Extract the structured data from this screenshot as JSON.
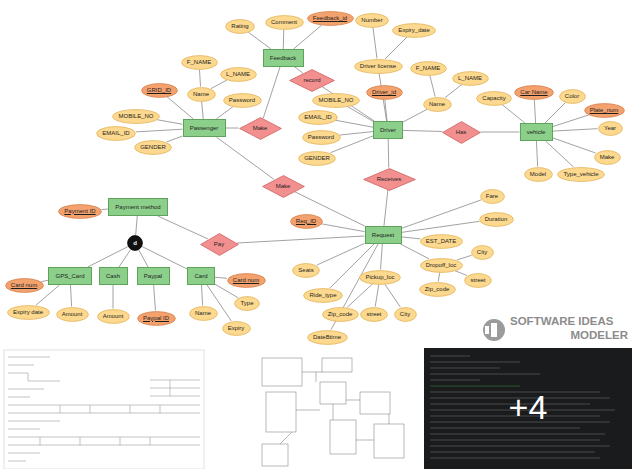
{
  "diagram": {
    "nodes": [
      {
        "text": [
          "Feedback"
        ]
      },
      {
        "text": [
          "Rating"
        ]
      },
      {
        "text": [
          "Comment"
        ]
      },
      {
        "text": [
          "Feedback_id"
        ]
      },
      {
        "text": [
          "Passenger"
        ]
      },
      {
        "text": [
          "GRID_ID"
        ]
      },
      {
        "text": [
          "F_NAME"
        ]
      },
      {
        "text": [
          "L_NAME"
        ]
      },
      {
        "text": [
          "Name"
        ]
      },
      {
        "text": [
          "Password"
        ]
      },
      {
        "text": [
          "MOBILE_NO"
        ]
      },
      {
        "text": [
          "EMAIL_ID"
        ]
      },
      {
        "text": [
          "GENDER"
        ]
      },
      {
        "text": [
          "Make"
        ]
      },
      {
        "text": [
          "record"
        ]
      },
      {
        "text": [
          "Driver"
        ]
      },
      {
        "text": [
          "Number"
        ]
      },
      {
        "text": [
          "Expiry_date"
        ]
      },
      {
        "text": [
          "Driver license"
        ]
      },
      {
        "text": [
          "F_NAME"
        ]
      },
      {
        "text": [
          "L_NAME"
        ]
      },
      {
        "text": [
          "Name"
        ]
      },
      {
        "text": [
          "MOBILE_NO"
        ]
      },
      {
        "text": [
          "Driver_id"
        ]
      },
      {
        "text": [
          "EMAIL_ID"
        ]
      },
      {
        "text": [
          "Password"
        ]
      },
      {
        "text": [
          "GENDER"
        ]
      },
      {
        "text": [
          "Has"
        ]
      },
      {
        "text": [
          "vehicle"
        ]
      },
      {
        "text": [
          "Capacity"
        ]
      },
      {
        "text": [
          "Car Name"
        ]
      },
      {
        "text": [
          "Color"
        ]
      },
      {
        "text": [
          "Plate_num"
        ]
      },
      {
        "text": [
          "Year"
        ]
      },
      {
        "text": [
          "Make"
        ]
      },
      {
        "text": [
          "Type_vehicle"
        ]
      },
      {
        "text": [
          "Model"
        ]
      },
      {
        "text": [
          "Make"
        ]
      },
      {
        "text": [
          "Receives"
        ]
      },
      {
        "text": [
          "Payment method"
        ]
      },
      {
        "text": [
          "Payment ID"
        ]
      },
      {
        "text": [
          "Pay"
        ]
      },
      {
        "text": [
          "Request"
        ]
      },
      {
        "text": [
          "Req_ID"
        ]
      },
      {
        "text": [
          "Fare"
        ]
      },
      {
        "text": [
          "Duration"
        ]
      },
      {
        "text": [
          "EST_DATE"
        ]
      },
      {
        "text": [
          "City"
        ]
      },
      {
        "text": [
          "Dropoff_loc"
        ]
      },
      {
        "text": [
          "street"
        ]
      },
      {
        "text": [
          "Zip_code"
        ]
      },
      {
        "text": [
          "Seats"
        ]
      },
      {
        "text": [
          "Ride_type"
        ]
      },
      {
        "text": [
          "Pickup_loc"
        ]
      },
      {
        "text": [
          "Zip_code"
        ]
      },
      {
        "text": [
          "street"
        ]
      },
      {
        "text": [
          "City"
        ]
      },
      {
        "text": [
          "DateBtime"
        ]
      },
      {
        "text": [
          "d"
        ]
      },
      {
        "text": [
          "GPS_Card"
        ]
      },
      {
        "text": [
          "Card num"
        ]
      },
      {
        "text": [
          "Expiry date"
        ]
      },
      {
        "text": [
          "Amount"
        ]
      },
      {
        "text": [
          "Cash"
        ]
      },
      {
        "text": [
          "Amount"
        ]
      },
      {
        "text": [
          "Paypal"
        ]
      },
      {
        "text": [
          "Paypal ID"
        ]
      },
      {
        "text": [
          "Card"
        ]
      },
      {
        "text": [
          "Card num"
        ]
      },
      {
        "text": [
          "Name"
        ]
      },
      {
        "text": [
          "Type"
        ]
      },
      {
        "text": [
          "Expiry"
        ]
      }
    ],
    "edges": [
      {
        "from": 1,
        "to": 0,
        "arrow": "none"
      },
      {
        "from": 2,
        "to": 0,
        "arrow": "none"
      },
      {
        "from": 3,
        "to": 0,
        "arrow": "none"
      },
      {
        "from": 5,
        "to": 4,
        "arrow": "none"
      },
      {
        "from": 6,
        "to": 8,
        "arrow": "none"
      },
      {
        "from": 7,
        "to": 8,
        "arrow": "none"
      },
      {
        "from": 8,
        "to": 4,
        "arrow": "none"
      },
      {
        "from": 9,
        "to": 4,
        "arrow": "none"
      },
      {
        "from": 10,
        "to": 4,
        "arrow": "none"
      },
      {
        "from": 11,
        "to": 4,
        "arrow": "none"
      },
      {
        "from": 12,
        "to": 4,
        "arrow": "none"
      },
      {
        "from": 4,
        "to": 13,
        "arrow": "none"
      },
      {
        "from": 13,
        "to": 0,
        "arrow": "none"
      },
      {
        "from": 0,
        "to": 14,
        "arrow": "none"
      },
      {
        "from": 14,
        "to": 15,
        "arrow": "none"
      },
      {
        "from": 16,
        "to": 18,
        "arrow": "none"
      },
      {
        "from": 17,
        "to": 18,
        "arrow": "none"
      },
      {
        "from": 18,
        "to": 15,
        "arrow": "none"
      },
      {
        "from": 19,
        "to": 21,
        "arrow": "none"
      },
      {
        "from": 20,
        "to": 21,
        "arrow": "none"
      },
      {
        "from": 21,
        "to": 15,
        "arrow": "none"
      },
      {
        "from": 22,
        "to": 15,
        "arrow": "none"
      },
      {
        "from": 23,
        "to": 15,
        "arrow": "none"
      },
      {
        "from": 24,
        "to": 15,
        "arrow": "none"
      },
      {
        "from": 25,
        "to": 15,
        "arrow": "none"
      },
      {
        "from": 26,
        "to": 15,
        "arrow": "none"
      },
      {
        "from": 15,
        "to": 27,
        "arrow": "none"
      },
      {
        "from": 27,
        "to": 28,
        "arrow": "none"
      },
      {
        "from": 29,
        "to": 28,
        "arrow": "none"
      },
      {
        "from": 30,
        "to": 28,
        "arrow": "none"
      },
      {
        "from": 31,
        "to": 28,
        "arrow": "none"
      },
      {
        "from": 32,
        "to": 28,
        "arrow": "none"
      },
      {
        "from": 33,
        "to": 28,
        "arrow": "none"
      },
      {
        "from": 34,
        "to": 28,
        "arrow": "none"
      },
      {
        "from": 35,
        "to": 28,
        "arrow": "none"
      },
      {
        "from": 36,
        "to": 28,
        "arrow": "none"
      },
      {
        "from": 4,
        "to": 37,
        "arrow": "none"
      },
      {
        "from": 37,
        "to": 42,
        "arrow": "none"
      },
      {
        "from": 15,
        "to": 38,
        "arrow": "none"
      },
      {
        "from": 38,
        "to": 42,
        "arrow": "none"
      },
      {
        "from": 40,
        "to": 39,
        "arrow": "none"
      },
      {
        "from": 39,
        "to": 41,
        "arrow": "none"
      },
      {
        "from": 41,
        "to": 42,
        "arrow": "none"
      },
      {
        "from": 43,
        "to": 42,
        "arrow": "none"
      },
      {
        "from": 44,
        "to": 42,
        "arrow": "none"
      },
      {
        "from": 45,
        "to": 42,
        "arrow": "none"
      },
      {
        "from": 46,
        "to": 42,
        "arrow": "none"
      },
      {
        "from": 47,
        "to": 48,
        "arrow": "none"
      },
      {
        "from": 49,
        "to": 48,
        "arrow": "none"
      },
      {
        "from": 50,
        "to": 48,
        "arrow": "none"
      },
      {
        "from": 48,
        "to": 42,
        "arrow": "none"
      },
      {
        "from": 51,
        "to": 42,
        "arrow": "none"
      },
      {
        "from": 52,
        "to": 42,
        "arrow": "none"
      },
      {
        "from": 53,
        "to": 42,
        "arrow": "none"
      },
      {
        "from": 54,
        "to": 53,
        "arrow": "none"
      },
      {
        "from": 55,
        "to": 53,
        "arrow": "none"
      },
      {
        "from": 56,
        "to": 53,
        "arrow": "none"
      },
      {
        "from": 57,
        "to": 42,
        "arrow": "none"
      },
      {
        "from": 39,
        "to": 58,
        "arrow": "none"
      },
      {
        "from": 58,
        "to": 59,
        "arrow": "none"
      },
      {
        "from": 58,
        "to": 63,
        "arrow": "none"
      },
      {
        "from": 58,
        "to": 65,
        "arrow": "none"
      },
      {
        "from": 58,
        "to": 67,
        "arrow": "none"
      },
      {
        "from": 60,
        "to": 59,
        "arrow": "none"
      },
      {
        "from": 61,
        "to": 59,
        "arrow": "none"
      },
      {
        "from": 62,
        "to": 59,
        "arrow": "none"
      },
      {
        "from": 64,
        "to": 63,
        "arrow": "none"
      },
      {
        "from": 66,
        "to": 65,
        "arrow": "none"
      },
      {
        "from": 68,
        "to": 67,
        "arrow": "none"
      },
      {
        "from": 69,
        "to": 67,
        "arrow": "none"
      },
      {
        "from": 70,
        "to": 67,
        "arrow": "none"
      },
      {
        "from": 71,
        "to": 67,
        "arrow": "none"
      }
    ],
    "labels": [
      "SOFTWARE IDEAS",
      "MODELER",
      "+4"
    ]
  }
}
